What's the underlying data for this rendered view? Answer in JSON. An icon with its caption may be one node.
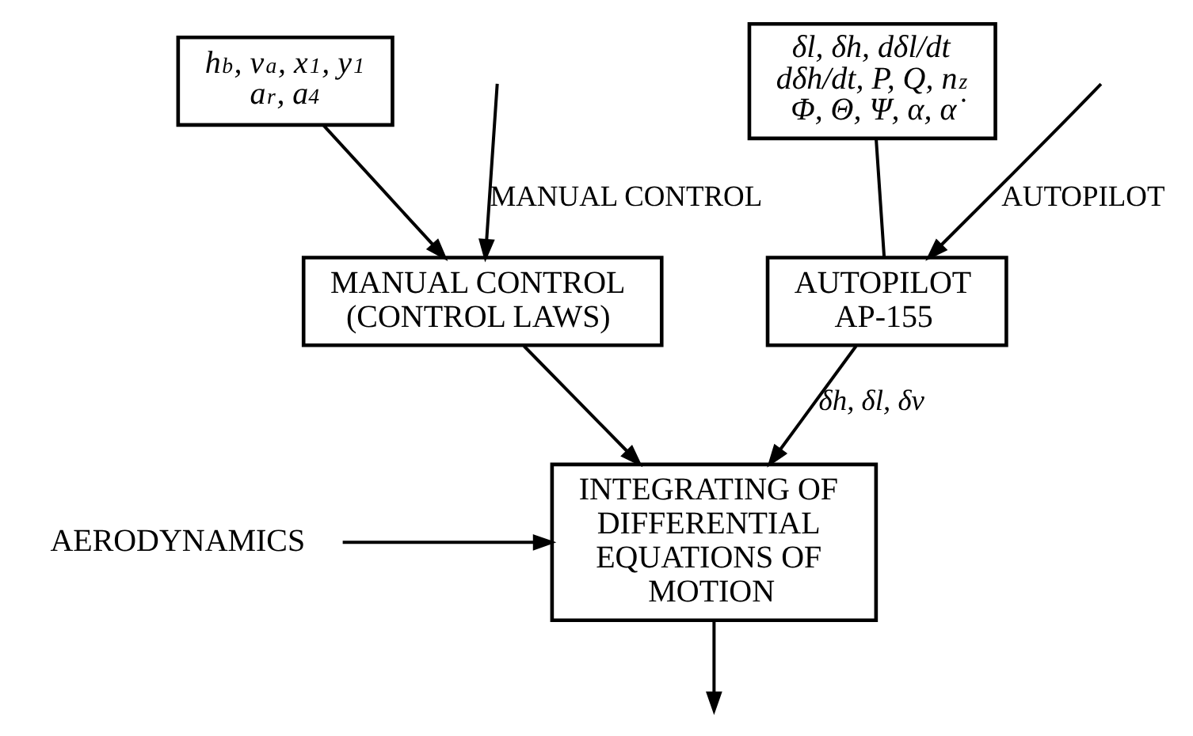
{
  "diagram": {
    "nodes": [
      {
        "text": [
          "h$_{b}$, v$_{a}$, x$_{1}$, y$_{1}$ a$_{r}$, a$_{4}$"
        ]
      },
      {
        "text": [
          "MANUAL CONTROL (CONTROL LAWS)"
        ]
      },
      {
        "text": [
          "δl, δh, dδl/dt dδh/dt, P, Q, n$_{z}$ Φ, Θ, Ψ, α, α̇"
        ]
      },
      {
        "text": [
          "AUTOPILOT AP-155"
        ]
      },
      {
        "text": [
          "INTEGRATING OF DIFFERENTIAL EQUATIONS OF MOTION"
        ]
      },
      {
        "text": [
          "AERODYNAMICS"
        ]
      }
    ],
    "edges": [
      {
        "from": null,
        "to": 1,
        "arrow": "to",
        "label": "MANUAL CONTROL"
      },
      {
        "from": null,
        "to": 3,
        "arrow": "to",
        "label": "AUTOPILOT"
      },
      {
        "from": 0,
        "to": 1,
        "arrow": "to"
      },
      {
        "from": 2,
        "to": 3,
        "arrow": "none"
      },
      {
        "from": 1,
        "to": 4,
        "arrow": "to"
      },
      {
        "from": 3,
        "to": 4,
        "arrow": "to",
        "label": "δh, δl, δv"
      },
      {
        "from": 5,
        "to": 4,
        "arrow": "to"
      },
      {
        "from": 4,
        "to": null,
        "arrow": "to"
      }
    ]
  }
}
